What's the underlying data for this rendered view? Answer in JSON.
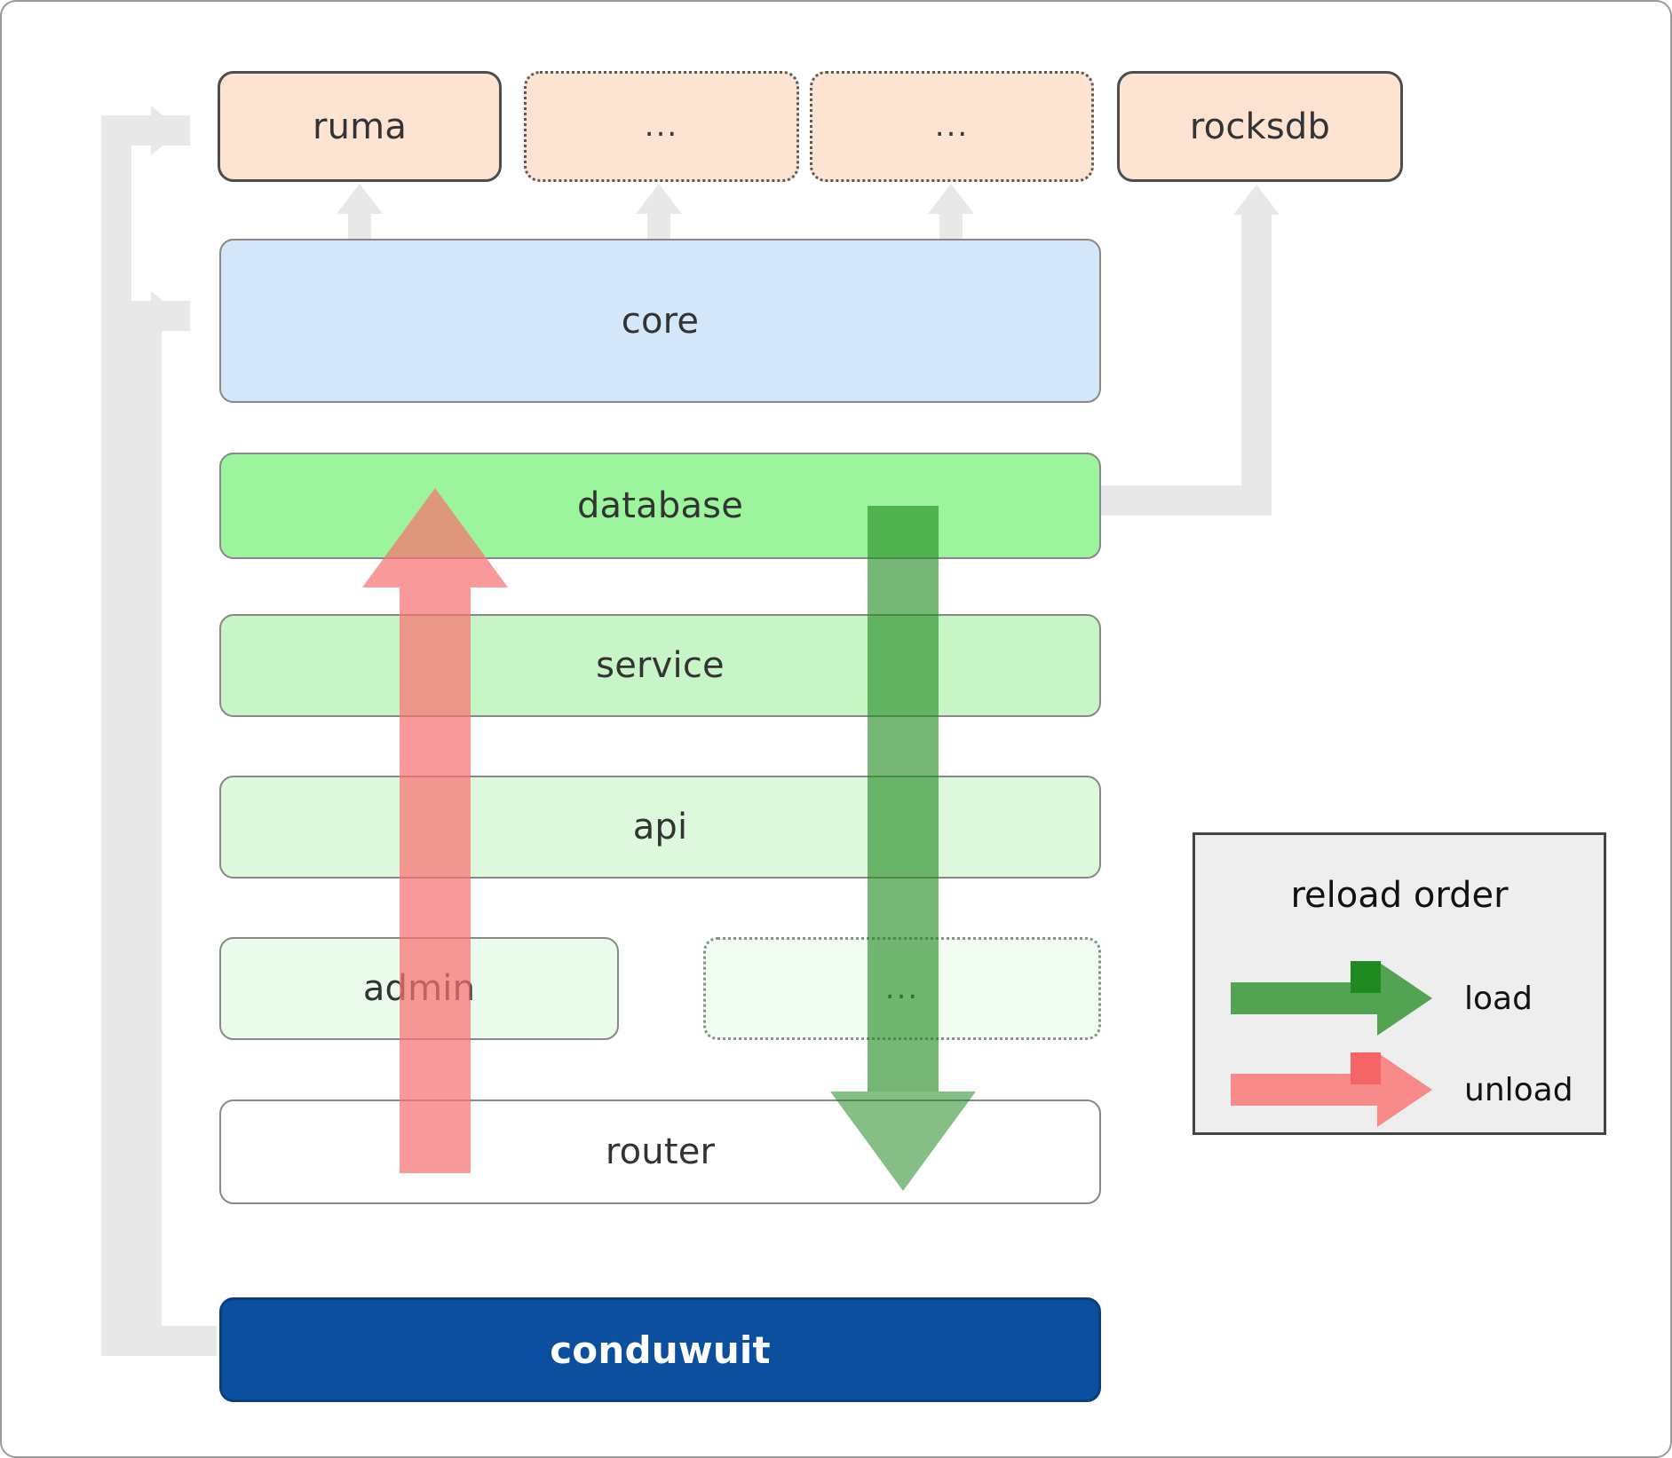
{
  "diagram": {
    "title": "conduwuit crate dependency / reload order diagram",
    "colors": {
      "dependency_fill": "#fce3d2",
      "core_fill": "#d4e6f9",
      "database_fill": "#9cf59c",
      "service_fill": "#c7f5c7",
      "api_fill": "#ddf8dd",
      "admin_fill": "#ecfcec",
      "router_fill": "#ffffff",
      "app_fill": "#0b4f9e",
      "connector_gray": "#e8e8e8",
      "load_green": "#52a352",
      "unload_red": "#f88a8a",
      "legend_bg": "#eeeeee"
    },
    "dependencies": [
      {
        "label": "ruma",
        "style": "solid"
      },
      {
        "label": "...",
        "style": "dotted"
      },
      {
        "label": "...",
        "style": "dotted"
      },
      {
        "label": "rocksdb",
        "style": "solid"
      }
    ],
    "layers": [
      {
        "label": "core",
        "style": "solid"
      },
      {
        "label": "database",
        "style": "solid"
      },
      {
        "label": "service",
        "style": "solid"
      },
      {
        "label": "api",
        "style": "solid"
      },
      {
        "label": "admin",
        "style": "solid"
      },
      {
        "label": "...",
        "style": "dotted"
      },
      {
        "label": "router",
        "style": "solid"
      }
    ],
    "application": {
      "label": "conduwuit"
    },
    "legend": {
      "title": "reload order",
      "entries": [
        {
          "label": "load",
          "color": "#52a352"
        },
        {
          "label": "unload",
          "color": "#f88a8a"
        }
      ]
    }
  }
}
